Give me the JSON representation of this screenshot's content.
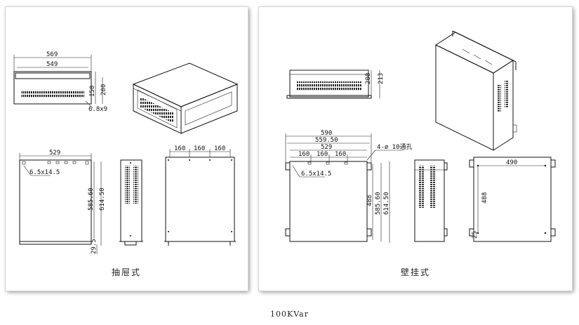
{
  "drawer": {
    "caption": "抽屉式",
    "dims": {
      "outer_width": "569",
      "inner_width": "549",
      "height_outer": "200",
      "height_inner": "150",
      "slot": "6.8x9",
      "front_width": "529",
      "hole": "6.5x14.5",
      "depth_inner": "585.60",
      "depth_outer": "614.50",
      "spacing": [
        "160",
        "160",
        "160"
      ],
      "foot": "29.5"
    }
  },
  "wall": {
    "caption": "壁挂式",
    "dims": {
      "h_inner": "200",
      "h_outer": "213",
      "w_outer": "590",
      "w_mid": "559.50",
      "w_inner": "529",
      "mount": "4-ø 10通孔",
      "spacing": [
        "160",
        "160",
        "160"
      ],
      "hole": "6.5x14.5",
      "v_488": "488",
      "depth_inner": "585.60",
      "depth_outer": "614.50",
      "back_width": "490",
      "back_height": "488",
      "small": "25"
    }
  },
  "footer": {
    "label": "100KVar"
  }
}
